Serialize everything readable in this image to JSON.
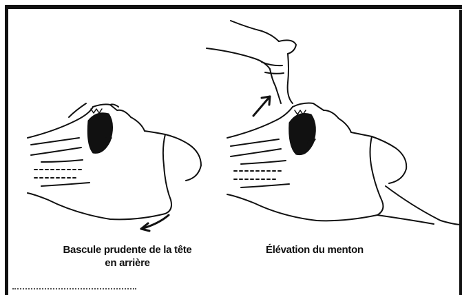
{
  "captions": {
    "left_line1": "Bascule prudente de la tête",
    "left_line2": "en arrière",
    "right": "Élévation du menton"
  }
}
